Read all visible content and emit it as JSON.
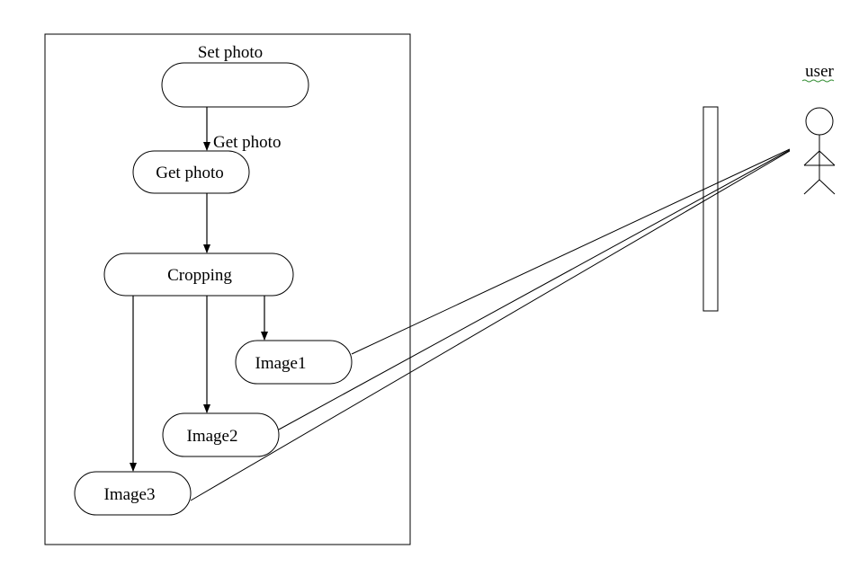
{
  "diagram": {
    "nodes": {
      "set_photo": {
        "label": ""
      },
      "get_photo": {
        "label": "Get photo"
      },
      "cropping": {
        "label": "Cropping"
      },
      "image1": {
        "label": "Image1"
      },
      "image2": {
        "label": "Image2"
      },
      "image3": {
        "label": "Image3"
      }
    },
    "texts": {
      "set_photo_title": "Set photo",
      "get_photo_edge": "Get photo",
      "actor_name": "user"
    },
    "edges": [
      {
        "from": "set_photo",
        "to": "get_photo",
        "label": "Get photo"
      },
      {
        "from": "get_photo",
        "to": "cropping"
      },
      {
        "from": "cropping",
        "to": "image1"
      },
      {
        "from": "cropping",
        "to": "image2"
      },
      {
        "from": "cropping",
        "to": "image3"
      },
      {
        "from": "image1",
        "to": "user"
      },
      {
        "from": "image2",
        "to": "user"
      },
      {
        "from": "image3",
        "to": "user"
      }
    ],
    "colors": {
      "stroke": "#000000",
      "background": "#ffffff",
      "spellcheck_underline": "#2e8b2e"
    }
  }
}
